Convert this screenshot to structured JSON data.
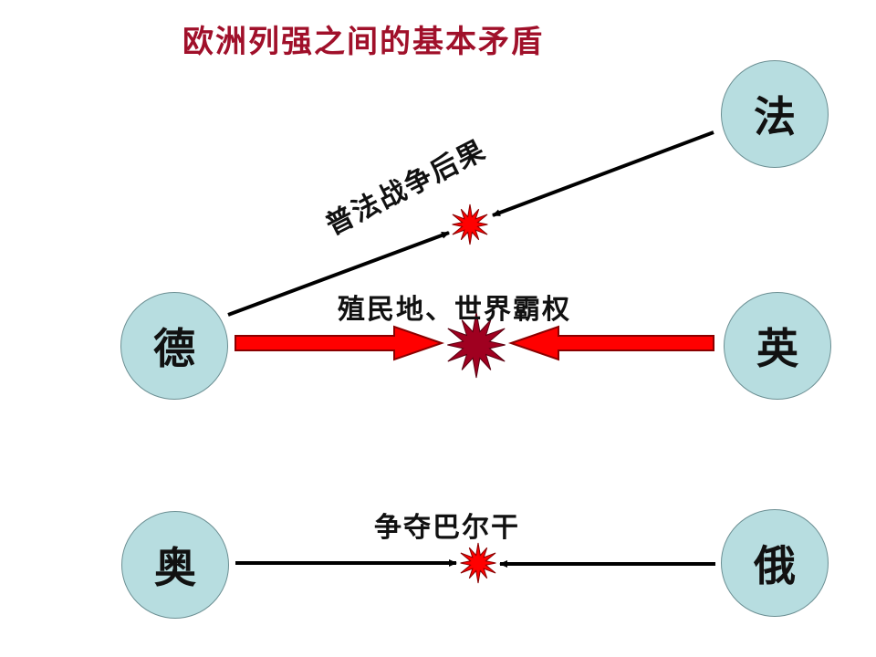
{
  "title": "欧洲列强之间的基本矛盾",
  "nodes": {
    "fa": "法",
    "de": "德",
    "ying": "英",
    "ao": "奥",
    "e": "俄"
  },
  "conflicts": {
    "fa_de": "普法战争后果",
    "ying_de": "殖民地、世界霸权",
    "ao_e": "争夺巴尔干"
  },
  "colors": {
    "title": "#a0102a",
    "node_fill": "#b7dde0",
    "big_arrow": "#ff0000",
    "burst_small": "#ff0000",
    "burst_large": "#a00020"
  },
  "icons": [
    "star-burst-icon",
    "arrow-icon"
  ]
}
